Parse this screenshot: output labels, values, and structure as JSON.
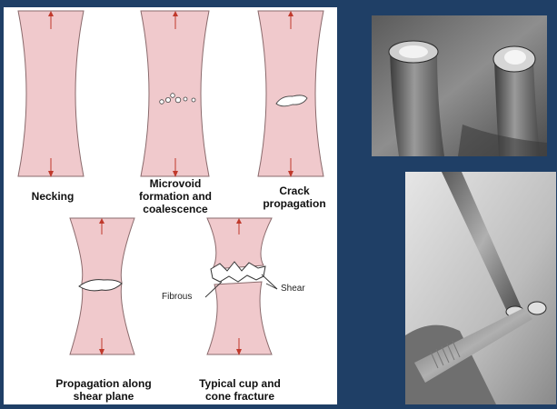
{
  "diagram": {
    "stages": [
      {
        "id": "necking",
        "label": "Necking"
      },
      {
        "id": "microvoid",
        "label_lines": [
          "Microvoid",
          "formation and",
          "coalescence"
        ]
      },
      {
        "id": "crack",
        "label_lines": [
          "Crack",
          "propagation"
        ]
      },
      {
        "id": "shear",
        "label_lines": [
          "Propagation along",
          "shear plane"
        ]
      },
      {
        "id": "cupcone",
        "label_lines": [
          "Typical cup and",
          "cone fracture"
        ]
      }
    ],
    "annotations": {
      "fibrous": "Fibrous",
      "shear": "Shear"
    }
  },
  "colors": {
    "background": "#1f3f66",
    "specimen_fill": "#f0c9cc",
    "specimen_stroke": "#8a6a6c",
    "arrow": "#c0392b"
  },
  "photos": {
    "top": "fractured-specimens-closeup",
    "bottom": "fractured-specimen-angled"
  }
}
